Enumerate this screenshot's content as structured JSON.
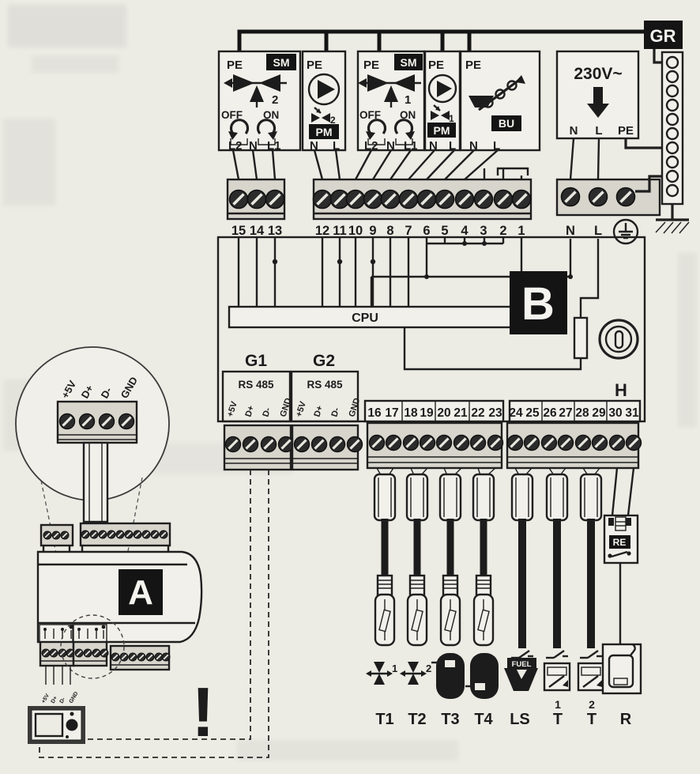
{
  "gr": {
    "label": "GR"
  },
  "boxes": {
    "mixer2": {
      "pe": "PE",
      "badge": "SM",
      "num": "2",
      "off": "OFF",
      "on": "ON",
      "t": [
        "L2",
        "N",
        "L1"
      ]
    },
    "pump2": {
      "pe": "PE",
      "badge": "PM",
      "num": "2",
      "t": [
        "N",
        "L"
      ]
    },
    "mixer1": {
      "pe": "PE",
      "badge": "SM",
      "num": "1",
      "off": "OFF",
      "on": "ON",
      "t": [
        "L2",
        "N",
        "L1"
      ]
    },
    "pump1": {
      "pe": "PE",
      "badge": "PM",
      "num": "1",
      "t": [
        "N",
        "L"
      ]
    },
    "feeder": {
      "pe": "PE",
      "badge": "BU",
      "t": [
        "N",
        "L"
      ]
    },
    "power": {
      "voltage": "230V~",
      "t": [
        "N",
        "L",
        "PE"
      ]
    }
  },
  "main_terminals": {
    "left": [
      "15",
      "14",
      "13"
    ],
    "mid": [
      "12",
      "11",
      "10",
      "9",
      "8",
      "7",
      "6",
      "5",
      "4",
      "3",
      "2",
      "1"
    ],
    "right": [
      "N",
      "L"
    ]
  },
  "board": {
    "cpu": "CPU",
    "label": "B",
    "h": "H"
  },
  "rs485": {
    "g1": "G1",
    "g2": "G2",
    "standard": "RS 485"
  },
  "pin_labels": [
    "+5V",
    "D+",
    "D-",
    "GND"
  ],
  "low_terminals": [
    "16",
    "17",
    "18",
    "19",
    "20",
    "21",
    "22",
    "23",
    "24",
    "25",
    "26",
    "27",
    "28",
    "29",
    "30",
    "31"
  ],
  "sensors": {
    "t1": "T1",
    "t2": "T2",
    "t3": "T3",
    "t4": "T4",
    "ls": "LS",
    "fuel": "FUEL",
    "th1_num": "1",
    "th1": "T",
    "th2_num": "2",
    "th2": "T",
    "r": "R",
    "re": "RE",
    "v1_num": "1",
    "v2_num": "2"
  },
  "device_a": {
    "label": "A"
  },
  "warning": "!"
}
